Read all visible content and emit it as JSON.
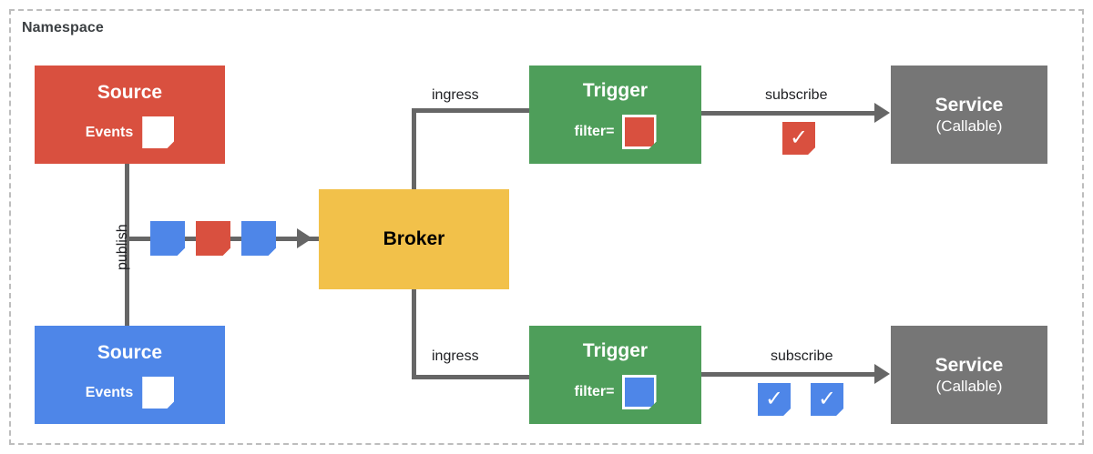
{
  "namespace": {
    "title": "Namespace"
  },
  "colors": {
    "red": "#d9503f",
    "blue": "#4e86e8",
    "green": "#4e9e5a",
    "yellow": "#f2c14a",
    "grey": "#767676",
    "line": "#666666",
    "dashed_border": "#bdbdbd",
    "text_dark": "#3c4043"
  },
  "sources": [
    {
      "id": "source-red",
      "title": "Source",
      "events_label": "Events",
      "color": "#d9503f"
    },
    {
      "id": "source-blue",
      "title": "Source",
      "events_label": "Events",
      "color": "#4e86e8"
    }
  ],
  "publish": {
    "label": "publish",
    "events": [
      {
        "color": "#4e86e8"
      },
      {
        "color": "#d9503f"
      },
      {
        "color": "#4e86e8"
      }
    ]
  },
  "broker": {
    "label": "Broker"
  },
  "triggers": [
    {
      "id": "trigger-top",
      "title": "Trigger",
      "filter_label": "filter=",
      "filter_color": "#d9503f",
      "ingress_label": "ingress",
      "subscribe_label": "subscribe",
      "checks": [
        {
          "color": "#d9503f",
          "glyph": "✓"
        }
      ]
    },
    {
      "id": "trigger-bottom",
      "title": "Trigger",
      "filter_label": "filter=",
      "filter_color": "#4e86e8",
      "ingress_label": "ingress",
      "subscribe_label": "subscribe",
      "checks": [
        {
          "color": "#4e86e8",
          "glyph": "✓"
        },
        {
          "color": "#4e86e8",
          "glyph": "✓"
        }
      ]
    }
  ],
  "services": [
    {
      "id": "service-top",
      "title": "Service",
      "subtitle": "(Callable)"
    },
    {
      "id": "service-bottom",
      "title": "Service",
      "subtitle": "(Callable)"
    }
  ]
}
